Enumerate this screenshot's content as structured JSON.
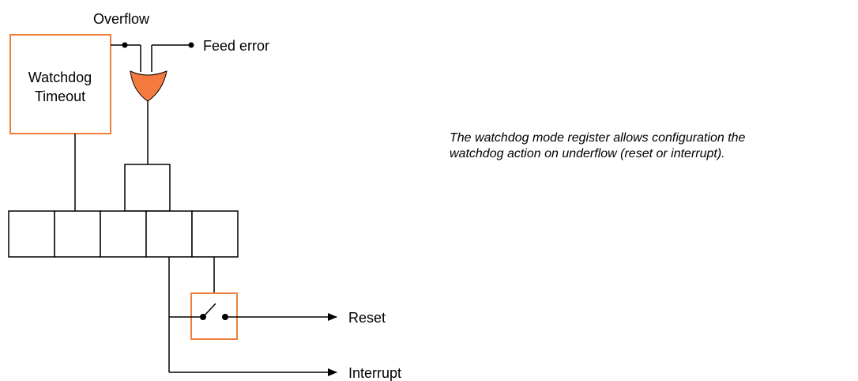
{
  "labels": {
    "overflow": "Overflow",
    "feed_error": "Feed error",
    "watchdog_timeout_line1": "Watchdog",
    "watchdog_timeout_line2": "Timeout",
    "reset": "Reset",
    "interrupt": "Interrupt"
  },
  "caption": {
    "line1": "The watchdog mode register allows configuration the",
    "line2": "watchdog action on underflow (reset or interrupt)."
  },
  "colors": {
    "accent": "#f07f3c",
    "gate_fill": "#f47a3f",
    "line": "#000000"
  }
}
